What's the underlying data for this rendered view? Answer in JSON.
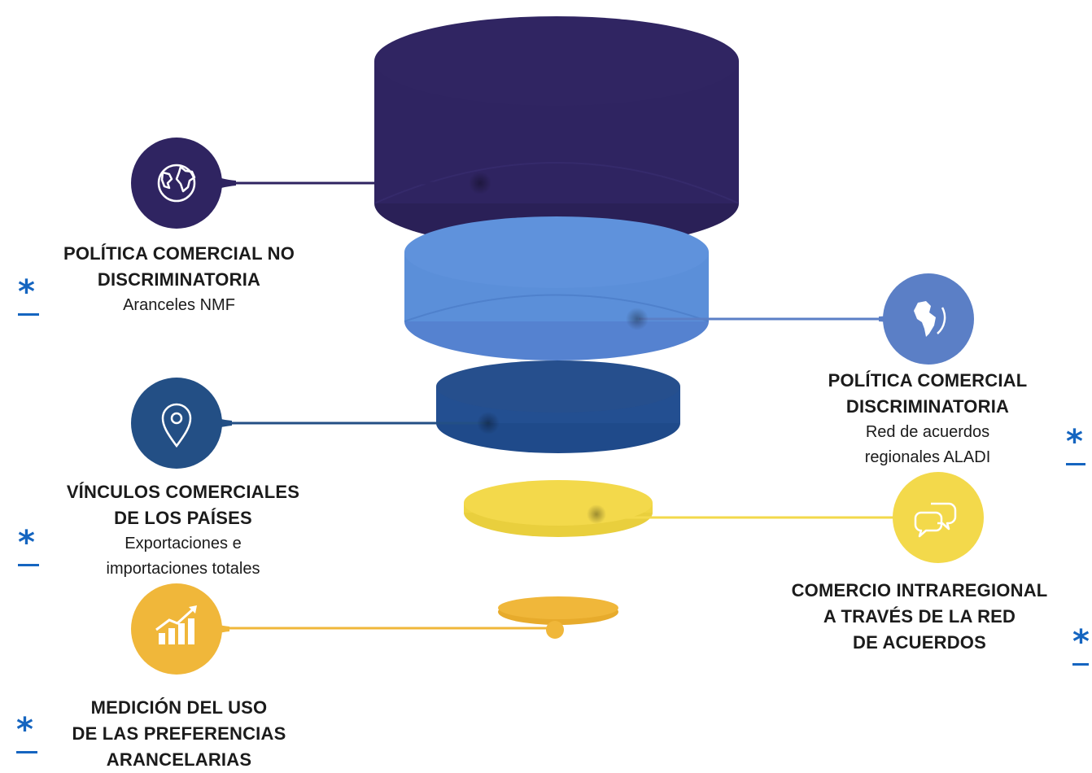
{
  "colors": {
    "navy": "#2f2461",
    "light_blue": "#5b8fd9",
    "dark_blue": "#234f91",
    "yellow": "#f3d94b",
    "gold": "#f0b73a",
    "mark_blue": "#1565c0"
  },
  "items": [
    {
      "title": "POLÍTICA COMERCIAL NO\nDISCRIMINATORIA",
      "subtitle": "Aranceles NMF",
      "icon": "globe-icon",
      "color": "#2f2461"
    },
    {
      "title": "POLÍTICA COMERCIAL\nDISCRIMINATORIA",
      "subtitle": "Red de acuerdos\nregionales ALADI",
      "icon": "americas-globe-icon",
      "color": "#5b7fc6"
    },
    {
      "title": "VÍNCULOS COMERCIALES\nDE LOS PAÍSES",
      "subtitle": "Exportaciones e\nimportaciones totales",
      "icon": "location-pin-icon",
      "color": "#234f85"
    },
    {
      "title": "COMERCIO INTRAREGIONAL\nA TRAVÉS DE LA RED\nDE ACUERDOS",
      "subtitle": "",
      "icon": "chat-bubbles-icon",
      "color": "#f3d94b"
    },
    {
      "title": "MEDICIÓN DEL USO\nDE LAS PREFERENCIAS\nARANCELARIAS",
      "subtitle": "",
      "icon": "growth-chart-icon",
      "color": "#f0b73a"
    }
  ],
  "marks": {
    "star": "*"
  }
}
